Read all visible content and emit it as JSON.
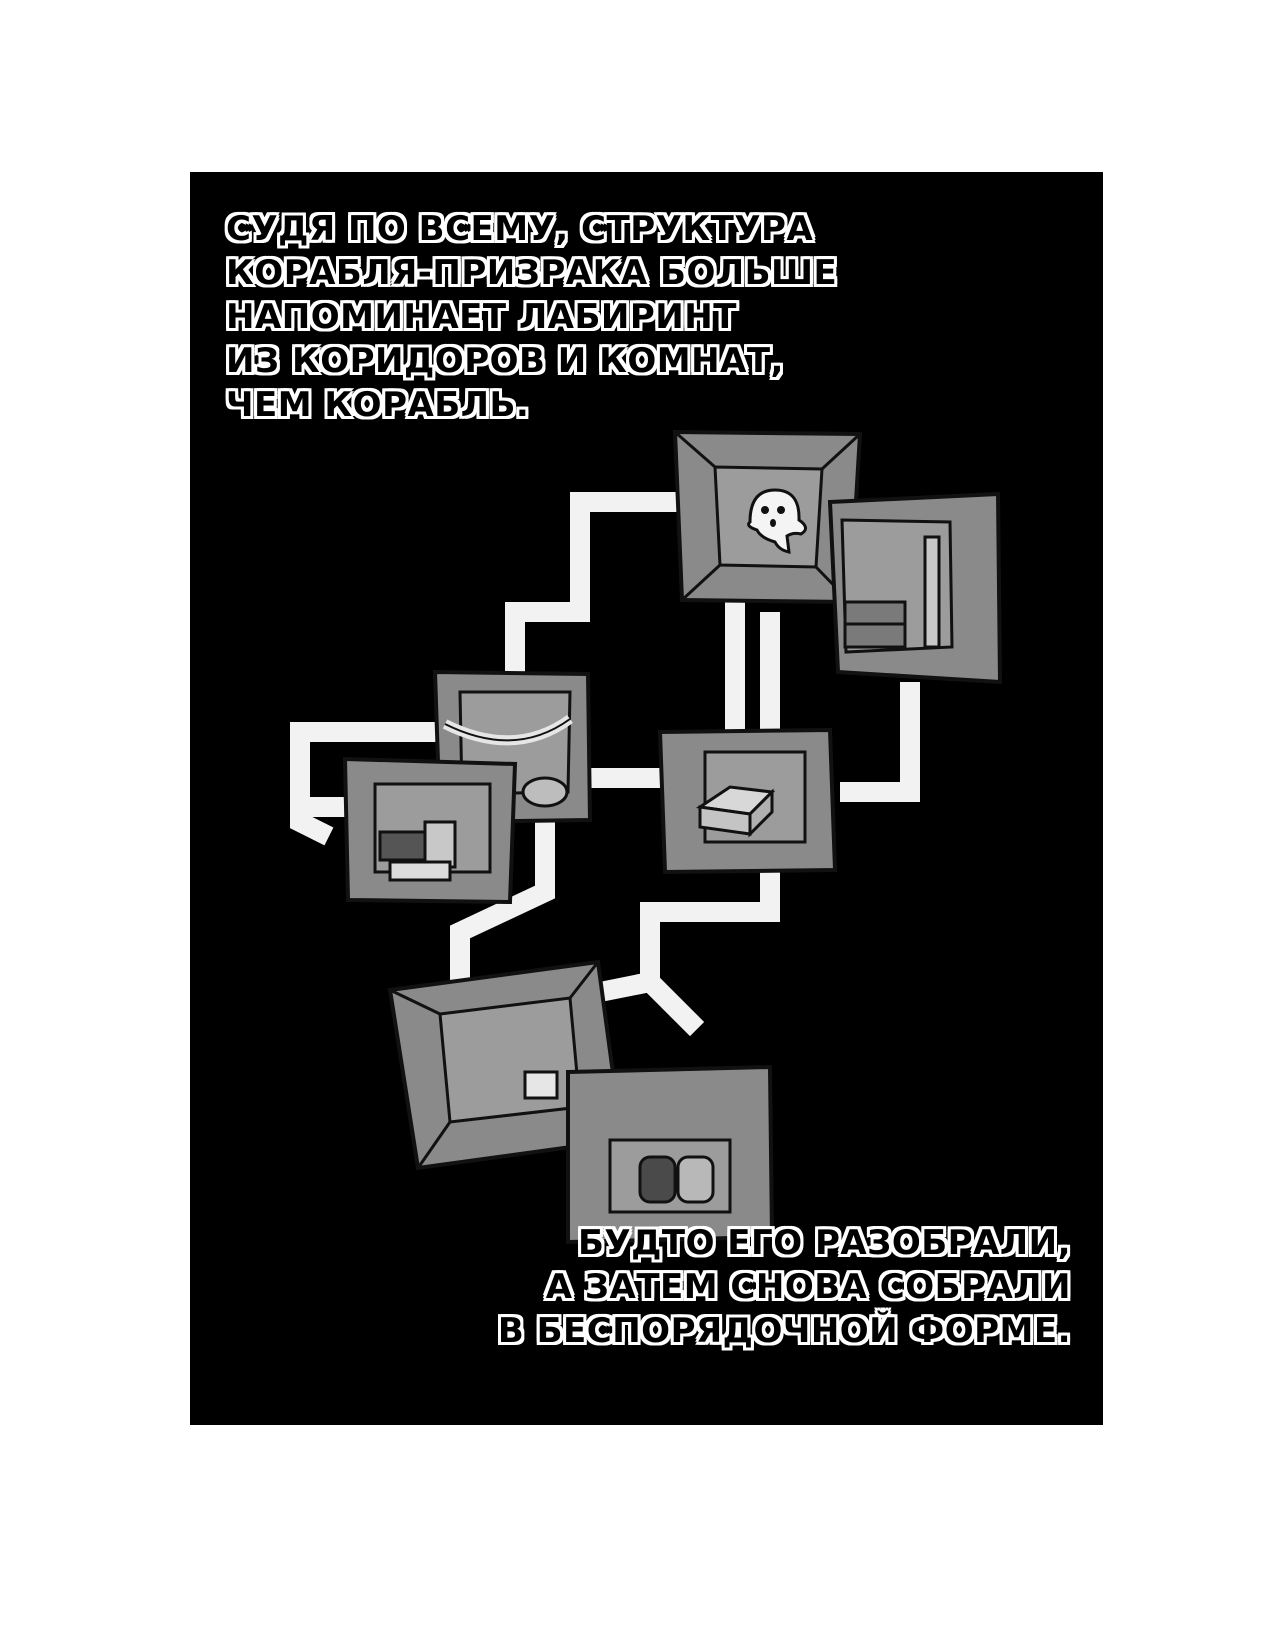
{
  "captions": {
    "top": "Судя по всему, структура\nкорабля-призрака больше\nнапоминает лабиринт\nиз коридоров и комнат,\nчем корабль.",
    "bottom": "Будто его разобрали,\nа затем снова собрали\nв беспорядочной форме."
  },
  "colors": {
    "panel": "#000000",
    "room_fill": "#8a8a8a",
    "room_inner": "#9c9c9c",
    "corridor": "#f2f2f2",
    "ink": "#111111"
  },
  "illustration": {
    "rooms": [
      "ghost-room",
      "cabin-room",
      "hammock-room",
      "chest-room",
      "storage-room",
      "hatch-room",
      "barrel-room"
    ],
    "icons": [
      "ghost-icon",
      "chest-icon",
      "barrel-icon",
      "hatch-icon",
      "hammock-icon"
    ]
  }
}
